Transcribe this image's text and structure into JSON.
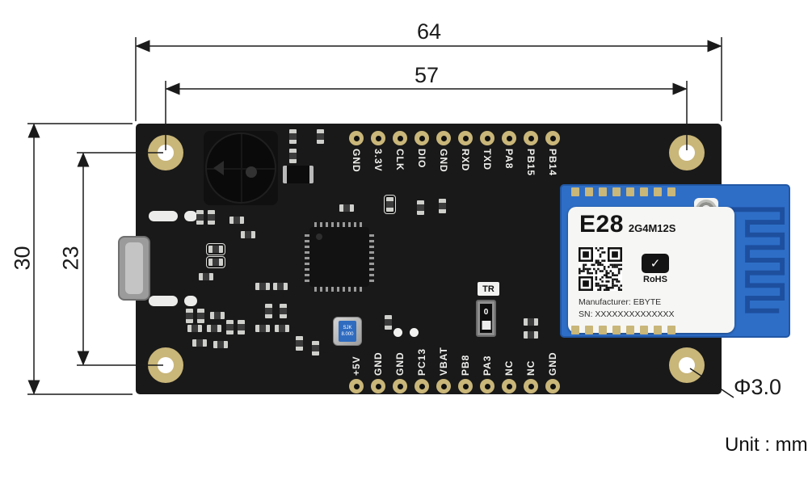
{
  "meta": {
    "unit_label": "Unit : mm"
  },
  "dimensions": {
    "overall_width_mm": "64",
    "hole_spacing_x_mm": "57",
    "overall_height_mm": "30",
    "hole_spacing_y_mm": "23",
    "hole_diameter": "Φ3.0"
  },
  "board": {
    "top_pins": [
      "GND",
      "3.3V",
      "CLK",
      "DIO",
      "GND",
      "RXD",
      "TXD",
      "PA8",
      "PB15",
      "PB14"
    ],
    "bottom_pins": [
      "+5V",
      "GND",
      "GND",
      "PC13",
      "VBAT",
      "PB8",
      "PA3",
      "NC",
      "NC",
      "GND"
    ],
    "tr_label": "TR",
    "tr_switch_value": "0",
    "crystal_line1": "SJK",
    "crystal_line2": "8.000"
  },
  "module": {
    "name": "E28",
    "model": "2G4M12S",
    "rohs_label": "RoHS",
    "manufacturer_line": "Manufacturer: EBYTE",
    "serial_line": "SN: XXXXXXXXXXXXXX"
  },
  "colors": {
    "board_black": "#191919",
    "pad_gold": "#c9b679",
    "module_blue": "#2e6ec7",
    "antenna_trace_blue": "#1d4f9e",
    "silkscreen_white": "#f2f2f0",
    "dimension_line": "#1a1a1a"
  }
}
